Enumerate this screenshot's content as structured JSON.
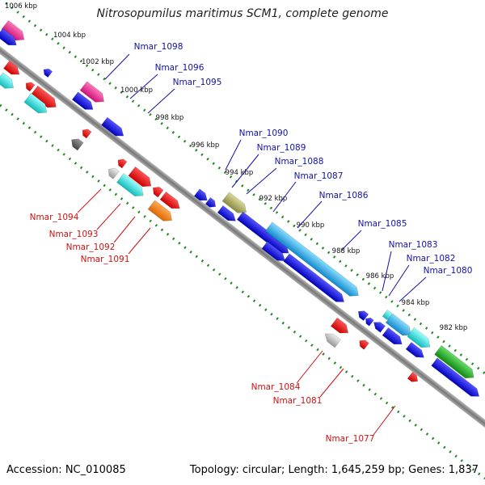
{
  "title": "Nitrosopumilus maritimus SCM1, complete genome",
  "footer": {
    "accession": "Accession: NC_010085",
    "summary": "Topology: circular; Length: 1,645,259 bp; Genes: 1,837"
  },
  "ticks": [
    "1006 kbp",
    "1004 kbp",
    "1002 kbp",
    "1000 kbp",
    "998 kbp",
    "996 kbp",
    "994 kbp",
    "992 kbp",
    "990 kbp",
    "988 kbp",
    "986 kbp",
    "984 kbp",
    "982 kbp"
  ],
  "gene_labels_plus": [
    "Nmar_1098",
    "Nmar_1096",
    "Nmar_1095",
    "Nmar_1090",
    "Nmar_1089",
    "Nmar_1088",
    "Nmar_1087",
    "Nmar_1086",
    "Nmar_1085",
    "Nmar_1083",
    "Nmar_1082",
    "Nmar_1080"
  ],
  "gene_labels_minus": [
    "Nmar_1094",
    "Nmar_1093",
    "Nmar_1092",
    "Nmar_1091",
    "Nmar_1084",
    "Nmar_1081",
    "Nmar_1077"
  ],
  "colors": {
    "plus_label": "#1111aa",
    "minus_label": "#cc1111",
    "backbone": "#888888",
    "tick_ring": "#228822",
    "blue": "#1a1acc",
    "red": "#ee1111",
    "magenta": "#ee3399",
    "cyan": "#33dddd",
    "light_blue": "#33aaee",
    "olive": "#aaaa66",
    "orange": "#ff8811",
    "green": "#33aa33",
    "gray": "#bbbbbb",
    "dark_gray": "#666666"
  }
}
